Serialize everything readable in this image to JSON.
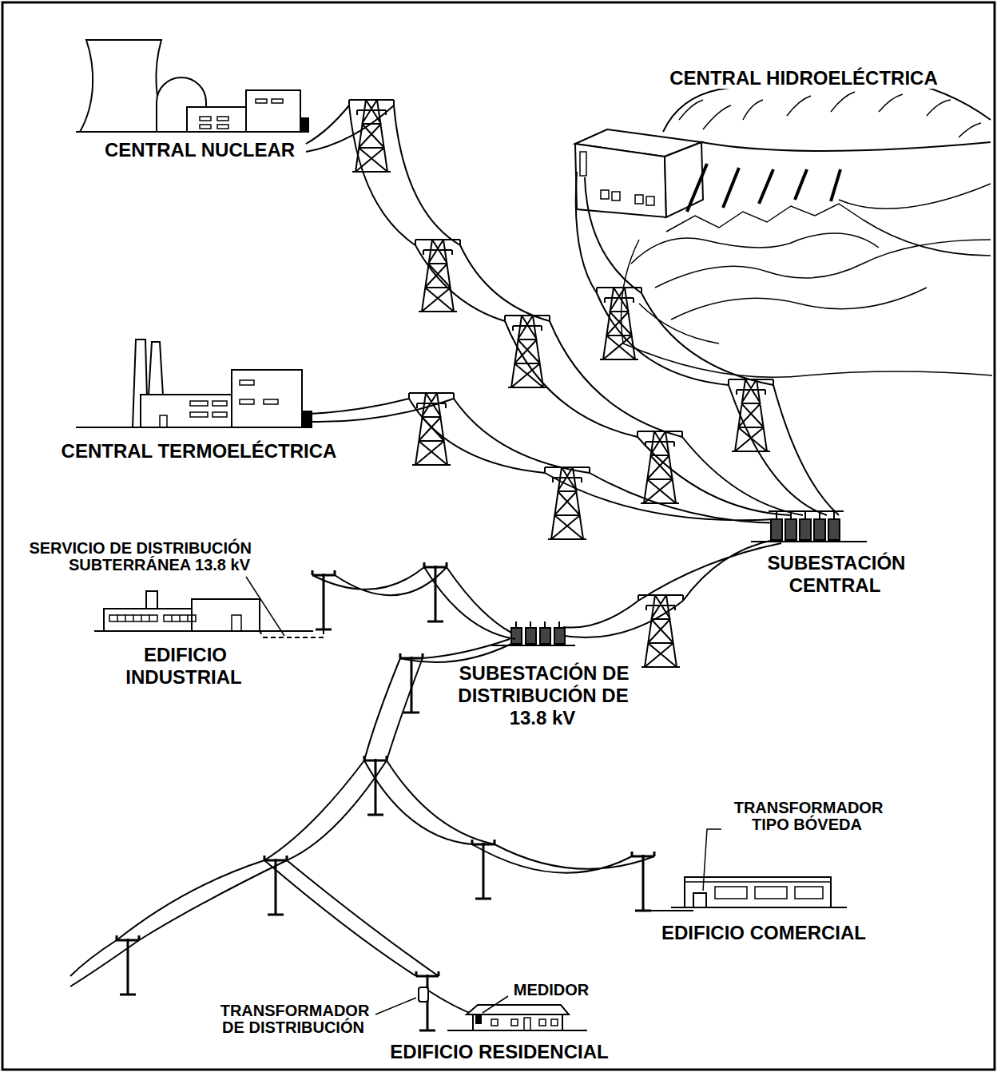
{
  "diagram": {
    "labels": [
      "CENTRAL NUCLEAR",
      "CENTRAL HIDROELÉCTRICA",
      "CENTRAL TERMOELÉCTRICA",
      "SERVICIO DE DISTRIBUCIÓN SUBTERRÁNEA 13.8 kV",
      "SUBESTACIÓN CENTRAL",
      "EDIFICIO INDUSTRIAL",
      "SUBESTACIÓN DE DISTRIBUCIÓN DE 13.8 kV",
      "TRANSFORMADOR TIPO BÓVEDA",
      "EDIFICIO COMERCIAL",
      "MEDIDOR",
      "TRANSFORMADOR DE DISTRIBUCIÓN",
      "EDIFICIO RESIDENCIAL"
    ]
  }
}
